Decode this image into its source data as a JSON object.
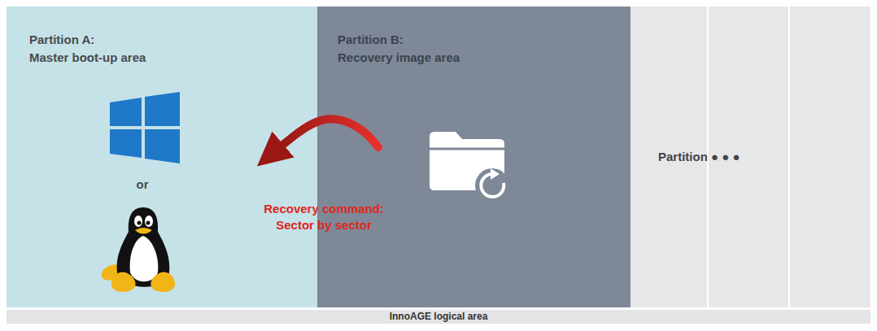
{
  "diagram": {
    "nodes": [
      {
        "text": [
          "Partition A:",
          "Master boot-up area"
        ]
      },
      {
        "text": [
          "Partition B:",
          "Recovery image area"
        ]
      },
      {
        "text": [
          "Partition ● ● ●"
        ]
      },
      {
        "text": [
          "InnoAGE logical area"
        ]
      }
    ],
    "edges": [
      {
        "from": 1,
        "to": 0,
        "arrow": "to",
        "label": "Recovery command: Sector by sector"
      }
    ],
    "labels": [
      "or"
    ]
  }
}
